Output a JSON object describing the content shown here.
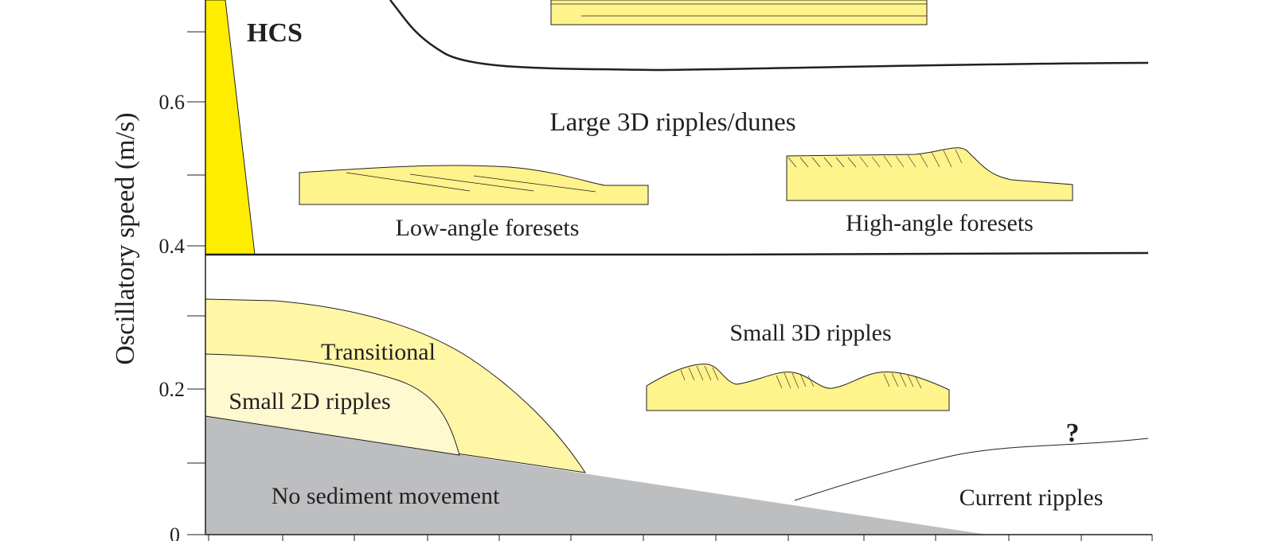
{
  "axis": {
    "y_title": "Oscillatory speed (m/s)",
    "y_ticks": [
      "0",
      "0.2",
      "0.4",
      "0.6"
    ]
  },
  "regions": {
    "hcs": "HCS",
    "large_ripples": "Large 3D ripples/dunes",
    "low_angle": "Low-angle foresets",
    "high_angle": "High-angle foresets",
    "small_3d": "Small 3D ripples",
    "transitional": "Transitional",
    "small_2d": "Small 2D ripples",
    "no_movement": "No sediment movement",
    "current_ripples": "Current ripples",
    "question": "?"
  },
  "colors": {
    "hcs_fill": "#ffed00",
    "sketch_fill": "#fff38c",
    "transitional_fill": "#fff6a6",
    "small2d_fill": "#fff9d0",
    "no_movement_fill": "#bcbec0",
    "line": "#231f20"
  }
}
